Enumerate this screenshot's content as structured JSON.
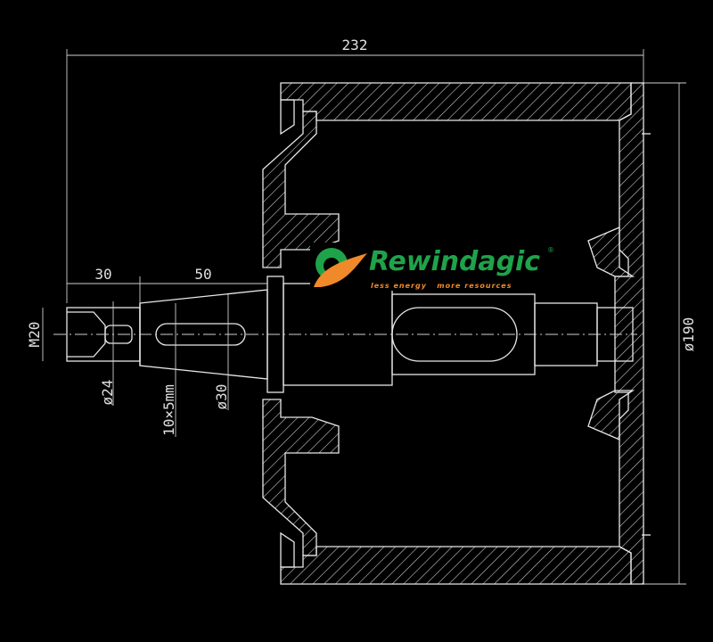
{
  "dimensions": {
    "overall_length": "232",
    "thread_length": "30",
    "taper_length": "50",
    "thread": "M20",
    "diameter_small": "ø24",
    "key": "10×5mm",
    "diameter_shaft": "ø30",
    "diameter_drum": "ø190"
  },
  "logo": {
    "name": "Rewindagic",
    "tagline": "less energy   more resources",
    "registered": "®",
    "colors": {
      "green": "#1fa34a",
      "orange": "#f0892a"
    }
  },
  "colors": {
    "background": "#000000",
    "lines": "#e8e8e8"
  }
}
